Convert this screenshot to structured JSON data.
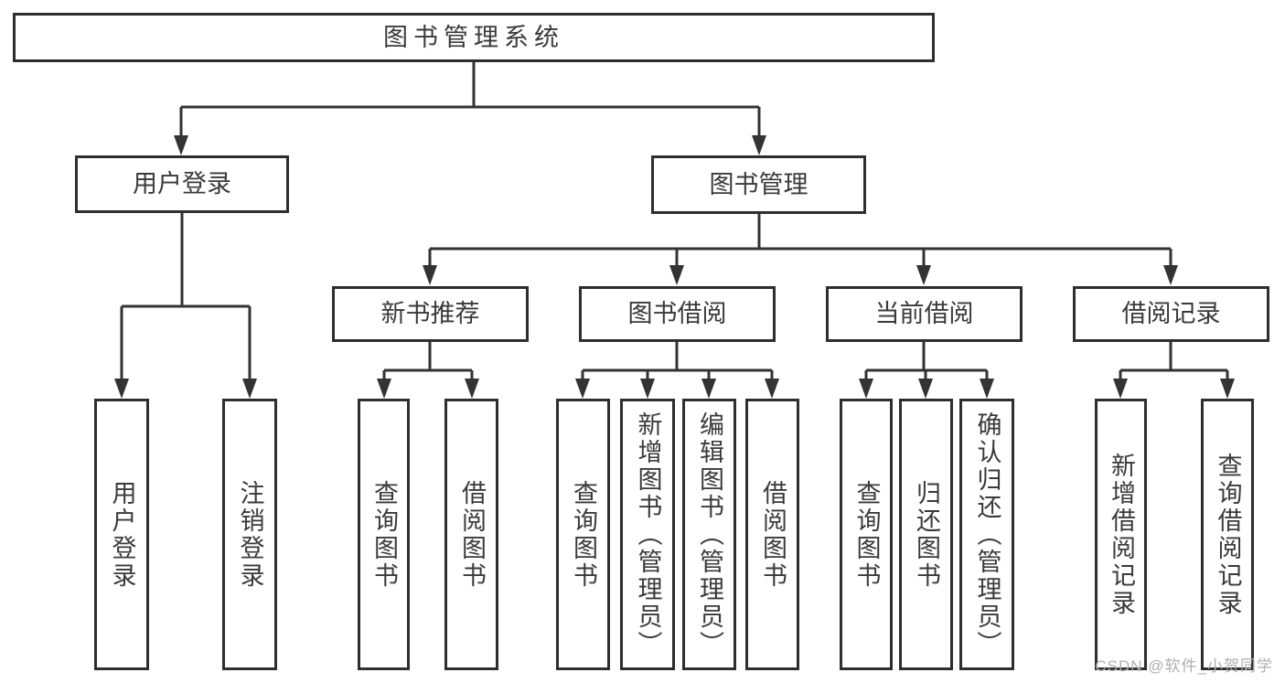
{
  "diagram": {
    "tree": {
      "label": "图书管理系统",
      "children": [
        {
          "label": "用户登录",
          "children": [
            {
              "label": "用户登录"
            },
            {
              "label": "注销登录"
            }
          ]
        },
        {
          "label": "图书管理",
          "children": [
            {
              "label": "新书推荐",
              "children": [
                {
                  "label": "查询图书"
                },
                {
                  "label": "借阅图书"
                }
              ]
            },
            {
              "label": "图书借阅",
              "children": [
                {
                  "label": "查询图书"
                },
                {
                  "label": "新增图书（管理员）"
                },
                {
                  "label": "编辑图书（管理员）"
                },
                {
                  "label": "借阅图书"
                }
              ]
            },
            {
              "label": "当前借阅",
              "children": [
                {
                  "label": "查询图书"
                },
                {
                  "label": "归还图书"
                },
                {
                  "label": "确认归还（管理员）"
                }
              ]
            },
            {
              "label": "借阅记录",
              "children": [
                {
                  "label": "新增借阅记录"
                },
                {
                  "label": "查询借阅记录"
                }
              ]
            }
          ]
        }
      ]
    },
    "colors": {
      "line": "#333333",
      "box_border": "#2e2e2e",
      "text": "#3a3a3a",
      "background": "#ffffff",
      "watermark_text_color": "#b0b0b0"
    }
  },
  "watermark": {
    "text": "CSDN @软件_小贺同学"
  }
}
